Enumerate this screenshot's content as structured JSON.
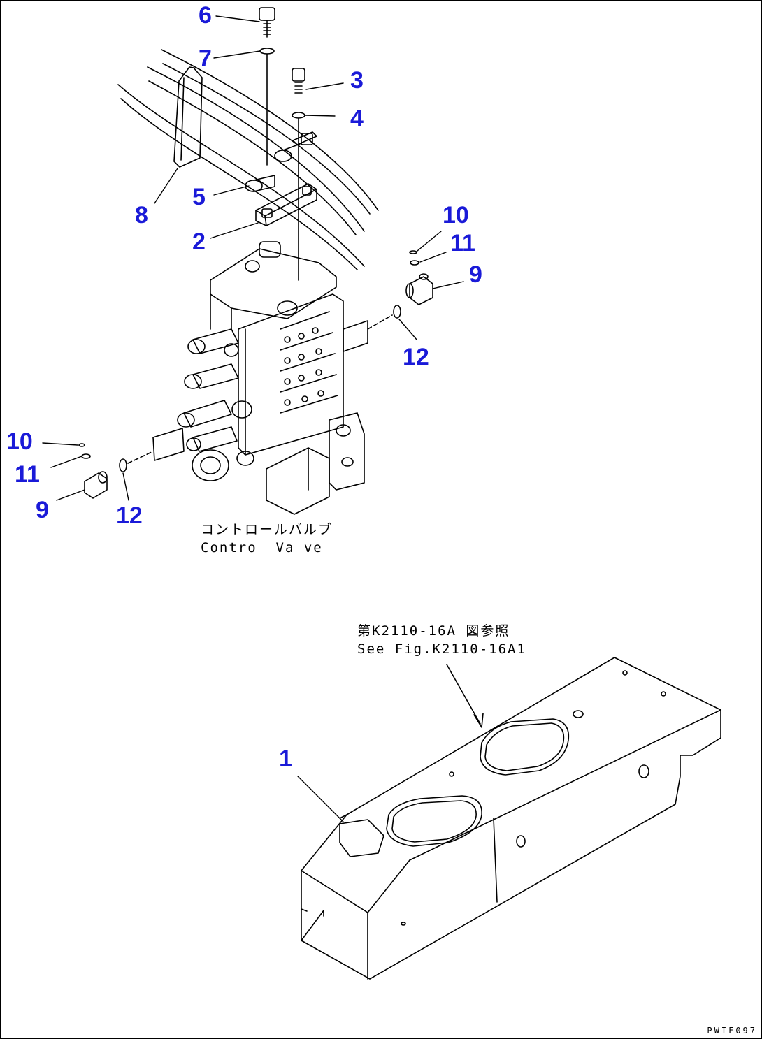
{
  "callouts": {
    "c1": "1",
    "c2": "2",
    "c3": "3",
    "c4": "4",
    "c5": "5",
    "c6": "6",
    "c7": "7",
    "c8": "8",
    "c9a": "9",
    "c9b": "9",
    "c10a": "10",
    "c10b": "10",
    "c11a": "11",
    "c11b": "11",
    "c12a": "12",
    "c12b": "12"
  },
  "notes": {
    "control_valve_jp": "コントロールバルブ",
    "control_valve_en": "Contro  Va ve",
    "see_fig_jp": "第K2110-16A 図参照",
    "see_fig_en": "See Fig.K2110-16A1"
  },
  "drawing_code": "PWIF097",
  "colors": {
    "callout": "#1a1ad8",
    "line": "#000000",
    "background": "#ffffff"
  }
}
